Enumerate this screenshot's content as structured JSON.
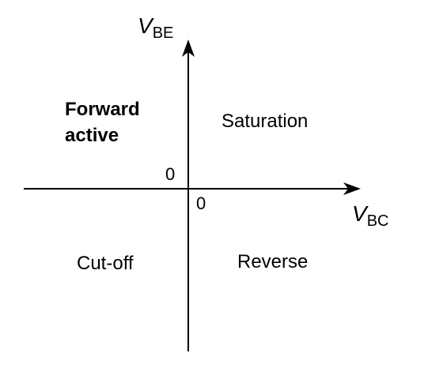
{
  "axes": {
    "y": {
      "symbol": "V",
      "subscript": "BE"
    },
    "x": {
      "symbol": "V",
      "subscript": "BC"
    },
    "y_origin_label": "0",
    "x_origin_label": "0"
  },
  "regions": {
    "forward_active": {
      "line1": "Forward",
      "line2": "active",
      "color": "#1a1adb"
    },
    "saturation": {
      "label": "Saturation"
    },
    "cut_off": {
      "label": "Cut-off"
    },
    "reverse": {
      "label": "Reverse"
    }
  },
  "colors": {
    "axis": "#000000",
    "text": "#000000",
    "highlight": "#1a1adb"
  }
}
